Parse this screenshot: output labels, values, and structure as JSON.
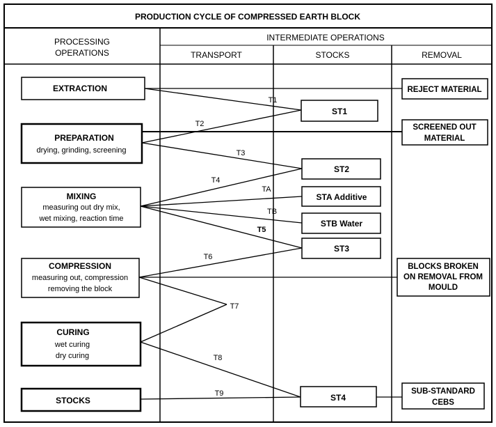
{
  "title": "PRODUCTION CYCLE OF COMPRESSED EARTH BLOCK",
  "headers": {
    "processing": [
      "PROCESSING",
      "OPERATIONS"
    ],
    "intermediate": "INTERMEDIATE OPERATIONS",
    "transport": "TRANSPORT",
    "stocks": "STOCKS",
    "removal": "REMOVAL"
  },
  "processes": [
    {
      "title": "EXTRACTION",
      "sub": []
    },
    {
      "title": "PREPARATION",
      "sub": [
        "drying, grinding, screening"
      ]
    },
    {
      "title": "MIXING",
      "sub": [
        "measuring out dry mix,",
        "wet mixing, reaction time"
      ]
    },
    {
      "title": "COMPRESSION",
      "sub": [
        "measuring out, compression",
        "removing the block"
      ]
    },
    {
      "title": "CURING",
      "sub": [
        "wet curing",
        "dry curing"
      ]
    },
    {
      "title": "STOCKS",
      "sub": []
    }
  ],
  "stocks": [
    "ST1",
    "ST2",
    "STA Additive",
    "STB Water",
    "ST3",
    "ST4"
  ],
  "removals": [
    [
      "REJECT MATERIAL"
    ],
    [
      "SCREENED OUT",
      "MATERIAL"
    ],
    [
      "BLOCKS BROKEN",
      "ON REMOVAL FROM",
      "MOULD"
    ],
    [
      "SUB-STANDARD",
      "CEBS"
    ]
  ],
  "transports": [
    "T1",
    "T2",
    "T3",
    "T4",
    "TA",
    "TB",
    "T5",
    "T6",
    "T7",
    "T8",
    "T9"
  ]
}
